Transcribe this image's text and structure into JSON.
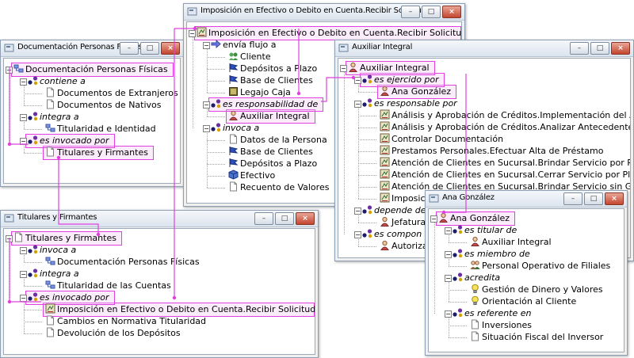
{
  "colors": {
    "highlight": "#e040e0",
    "titlebar": "#dbe4ee",
    "close": "#c2462e"
  },
  "windows": {
    "doc": {
      "title": "Documentación Personas Físicas",
      "rows": [
        {
          "text": "Documentación Personas Físicas",
          "icon": "concept-icon"
        },
        {
          "text": "contiene a",
          "icon": "relation-icon"
        },
        {
          "text": "Documentos de Extranjeros",
          "icon": "document-icon"
        },
        {
          "text": "Documentos de Nativos",
          "icon": "document-icon"
        },
        {
          "text": "integra a",
          "icon": "relation-icon"
        },
        {
          "text": "Titularidad e Identidad",
          "icon": "concept-icon"
        },
        {
          "text": "es invocado por",
          "icon": "relation-icon"
        },
        {
          "text": "Titulares y Firmantes",
          "icon": "document-icon"
        }
      ]
    },
    "imp": {
      "title": "Imposición en Efectivo o Debito en Cuenta.Recibir Solicitud",
      "rows": [
        {
          "text": "Imposición en Efectivo o Debito en Cuenta.Recibir Solicitud",
          "icon": "process-icon"
        },
        {
          "text": "envía flujo a",
          "icon": "arrow-icon"
        },
        {
          "text": "Cliente",
          "icon": "users-icon"
        },
        {
          "text": "Depósitos a Plazo",
          "icon": "flag-icon"
        },
        {
          "text": "Base de Clientes",
          "icon": "flag-icon"
        },
        {
          "text": "Legajo Caja",
          "icon": "book-icon"
        },
        {
          "text": "es responsabilidad de",
          "icon": "relation-icon"
        },
        {
          "text": "Auxiliar Integral",
          "icon": "person-icon"
        },
        {
          "text": "invoca a",
          "icon": "relation-icon"
        },
        {
          "text": "Datos de la Persona",
          "icon": "document-icon"
        },
        {
          "text": "Base de Clientes",
          "icon": "flag-icon"
        },
        {
          "text": "Depósitos a Plazo",
          "icon": "flag-icon"
        },
        {
          "text": "Efectivo",
          "icon": "cube-icon"
        },
        {
          "text": "Recuento de Valores",
          "icon": "document-icon"
        }
      ]
    },
    "aux": {
      "title": "Auxiliar Integral",
      "rows": [
        {
          "text": "Auxiliar Integral",
          "icon": "person-icon"
        },
        {
          "text": "es ejercido por",
          "icon": "relation-icon"
        },
        {
          "text": "Ana González",
          "icon": "person-icon"
        },
        {
          "text": "es responsable por",
          "icon": "relation-icon"
        },
        {
          "text": "Análisis y Aprobación de Créditos.Implementación del Acu",
          "icon": "process-icon"
        },
        {
          "text": "Análisis y Aprobación de Créditos.Analizar Antecedentes",
          "icon": "process-icon"
        },
        {
          "text": "Controlar Documentación",
          "icon": "process-icon"
        },
        {
          "text": "Prestamos Personales.Efectuar Alta de Préstamo",
          "icon": "process-icon"
        },
        {
          "text": "Atención de Clientes en Sucursal.Brindar Servicio por Plat",
          "icon": "process-icon"
        },
        {
          "text": "Atención de Clientes en Sucursal.Cerrar Servicio por Plata",
          "icon": "process-icon"
        },
        {
          "text": "Atención de Clientes en Sucursal.Brindar Servicio sin Gest",
          "icon": "process-icon"
        },
        {
          "text": "Imposició",
          "icon": "process-icon"
        },
        {
          "text": "depende de",
          "icon": "relation-icon"
        },
        {
          "text": "Jefatura",
          "icon": "person-icon"
        },
        {
          "text": "es compon",
          "icon": "relation-icon"
        },
        {
          "text": "Autorizan",
          "icon": "person-icon"
        }
      ]
    },
    "tit": {
      "title": "Titulares y Firmantes",
      "rows": [
        {
          "text": "Titulares y Firmantes",
          "icon": "document-icon"
        },
        {
          "text": "invoca a",
          "icon": "relation-icon"
        },
        {
          "text": "Documentación Personas Físicas",
          "icon": "concept-icon"
        },
        {
          "text": "integra a",
          "icon": "relation-icon"
        },
        {
          "text": "Titularidad de las Cuentas",
          "icon": "concept-icon"
        },
        {
          "text": "es invocado por",
          "icon": "relation-icon"
        },
        {
          "text": "Imposición en Efectivo o Debito en Cuenta.Recibir Solicitud",
          "icon": "process-icon"
        },
        {
          "text": "Cambios en Normativa Titularidad",
          "icon": "document-icon"
        },
        {
          "text": "Devolución de los Depósitos",
          "icon": "document-icon"
        }
      ]
    },
    "ana": {
      "title": "Ana González",
      "rows": [
        {
          "text": "Ana González",
          "icon": "person-icon"
        },
        {
          "text": "es titular de",
          "icon": "relation-icon"
        },
        {
          "text": "Auxiliar Integral",
          "icon": "person-icon"
        },
        {
          "text": "es miembro de",
          "icon": "relation-icon"
        },
        {
          "text": "Personal Operativo de Filiales",
          "icon": "group-icon"
        },
        {
          "text": "acredita",
          "icon": "relation-icon"
        },
        {
          "text": "Gestión de Dinero y Valores",
          "icon": "bulb-icon"
        },
        {
          "text": "Orientación al Cliente",
          "icon": "bulb-icon"
        },
        {
          "text": "es referente en",
          "icon": "relation-icon"
        },
        {
          "text": "Inversiones",
          "icon": "document-icon"
        },
        {
          "text": "Situación Fiscal del Inversor",
          "icon": "document-icon"
        }
      ]
    }
  }
}
